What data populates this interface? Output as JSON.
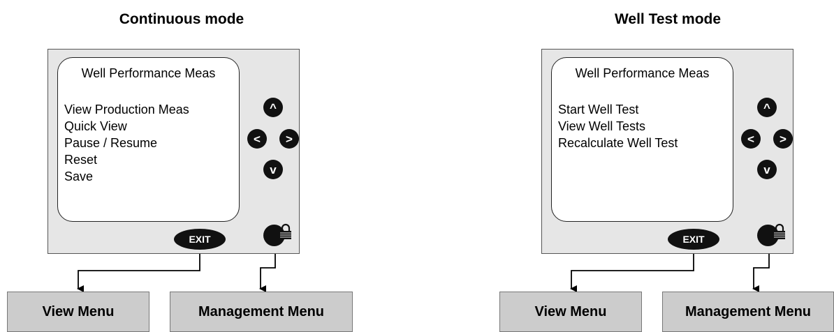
{
  "panels": [
    {
      "title": "Continuous mode",
      "screen_title": "Well Performance Meas",
      "menu_items": [
        "View Production Meas",
        "Quick View",
        "Pause / Resume",
        "Reset",
        "Save"
      ],
      "exit_label": "EXIT",
      "targets": {
        "left": "View Menu",
        "right": "Management Menu"
      }
    },
    {
      "title": "Well Test mode",
      "screen_title": "Well Performance Meas",
      "menu_items": [
        "Start Well Test",
        "View Well Tests",
        "Recalculate Well Test"
      ],
      "exit_label": "EXIT",
      "targets": {
        "left": "View Menu",
        "right": "Management Menu"
      }
    }
  ],
  "arrow_glyphs": {
    "up": "^",
    "left": "<",
    "right": ">",
    "down": "v"
  },
  "icons": {
    "lock": "padlock-icon"
  },
  "colors": {
    "device_bg": "#e6e6e6",
    "target_bg": "#cccccc",
    "button": "#111111"
  }
}
